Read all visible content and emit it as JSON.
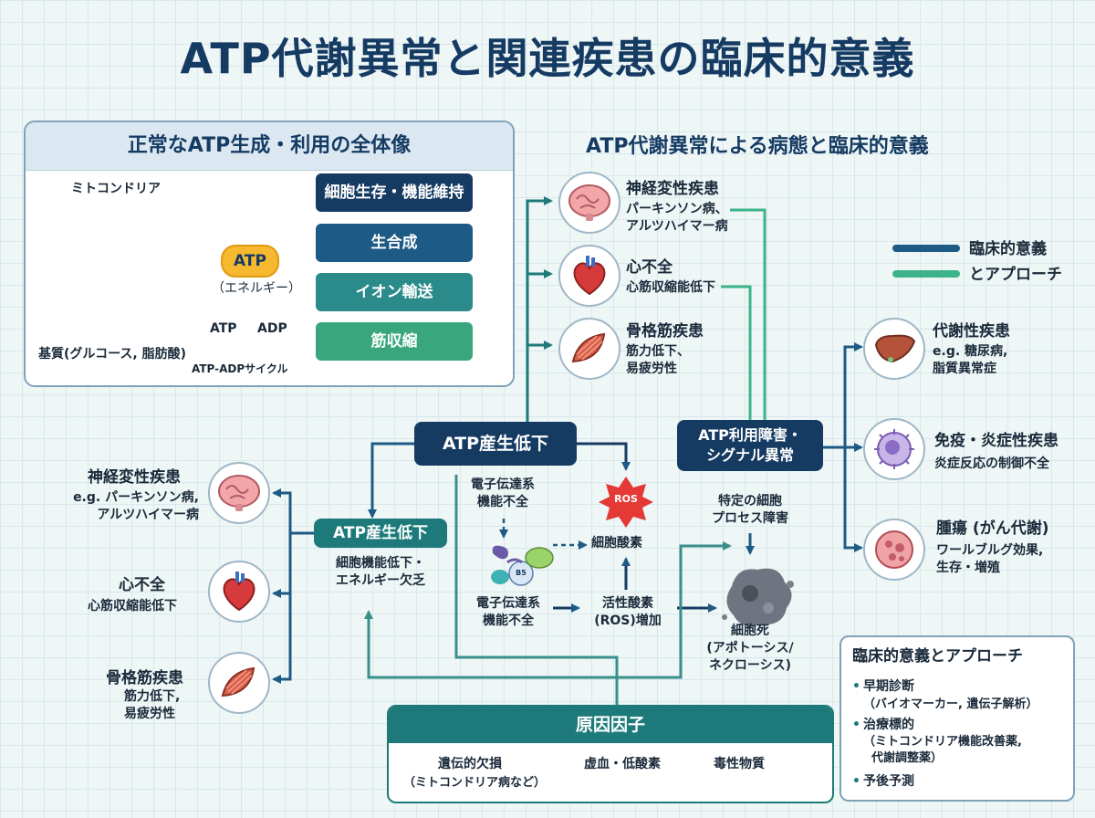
{
  "title": "ATP代謝異常と関連疾患の臨床的意義",
  "normal": {
    "heading": "正常なATP生成・利用の全体像",
    "mito_label": "ミトコンドリア",
    "atp": "ATP",
    "energy": "（エネルギー）",
    "substrate": "基質(グルコース, 脂肪酸)",
    "cycle_atp": "ATP",
    "cycle_adp": "ADP",
    "cycle_label": "ATP-ADPサイクル",
    "functions": [
      "細胞生存・機能維持",
      "生合成",
      "イオン輸送",
      "筋収縮"
    ]
  },
  "right_heading": "ATP代謝異常による病態と臨床的意義",
  "top_diseases": [
    {
      "name": "神経変性疾患",
      "detail": "パーキンソン病、\nアルツハイマー病"
    },
    {
      "name": "心不全",
      "detail": "心筋収縮能低下"
    },
    {
      "name": "骨格筋疾患",
      "detail": "筋力低下、\n易疲労性"
    }
  ],
  "legend": {
    "clinical": "臨床的意義",
    "approach": "とアプローチ",
    "clinical_color": "#1d5a85",
    "approach_color": "#3db38a"
  },
  "center_top_box": "ATP産生低下",
  "etc_upper": "電子伝達系\n機能不全",
  "ros_badge": "ROS",
  "cell_oxidation": "細胞酸素",
  "enzyme_label": "B5",
  "etc_lower": "電子伝達系\n機能不全",
  "ros_increase": "活性酸素\n(ROS)増加",
  "util_box": "ATP利用障害・\nシグナル異常",
  "specific_process": "特定の細胞\nプロセス障害",
  "cell_death": "細胞死\n(アポトーシス/\nネクローシス)",
  "right_diseases": [
    {
      "name": "代謝性疾患",
      "detail": "e.g. 糖尿病,\n脂質異常症"
    },
    {
      "name": "免疫・炎症性疾患",
      "detail": "炎症反応の制御不全"
    },
    {
      "name": "腫瘍 (がん代謝)",
      "detail": "ワールブルグ効果,\n生存・増殖"
    }
  ],
  "left_box": "ATP産生低下",
  "left_box_sub": "細胞機能低下・\nエネルギー欠乏",
  "left_diseases": [
    {
      "name": "神経変性疾患",
      "detail": "e.g. パーキンソン病,\nアルツハイマー病"
    },
    {
      "name": "心不全",
      "detail": "心筋収縮能低下"
    },
    {
      "name": "骨格筋疾患",
      "detail": "筋力低下,\n易疲労性"
    }
  ],
  "causes": {
    "heading": "原因因子",
    "items": [
      "遺伝的欠損",
      "虚血・低酸素",
      "毒性物質"
    ],
    "genetic_note": "（ミトコンドリア病など）"
  },
  "approach": {
    "heading": "臨床的意義とアプローチ",
    "items": [
      {
        "label": "早期診断",
        "note": "（バイオマーカー, 遺伝子解析）"
      },
      {
        "label": "治療標的",
        "note": "（ミトコンドリア機能改善薬,\n  代謝調整薬）"
      },
      {
        "label": "予後予測",
        "note": ""
      }
    ]
  },
  "colors": {
    "navy": "#163b63",
    "teal": "#1e7a7a",
    "green": "#3db38a",
    "atp": "#f5b82e"
  }
}
